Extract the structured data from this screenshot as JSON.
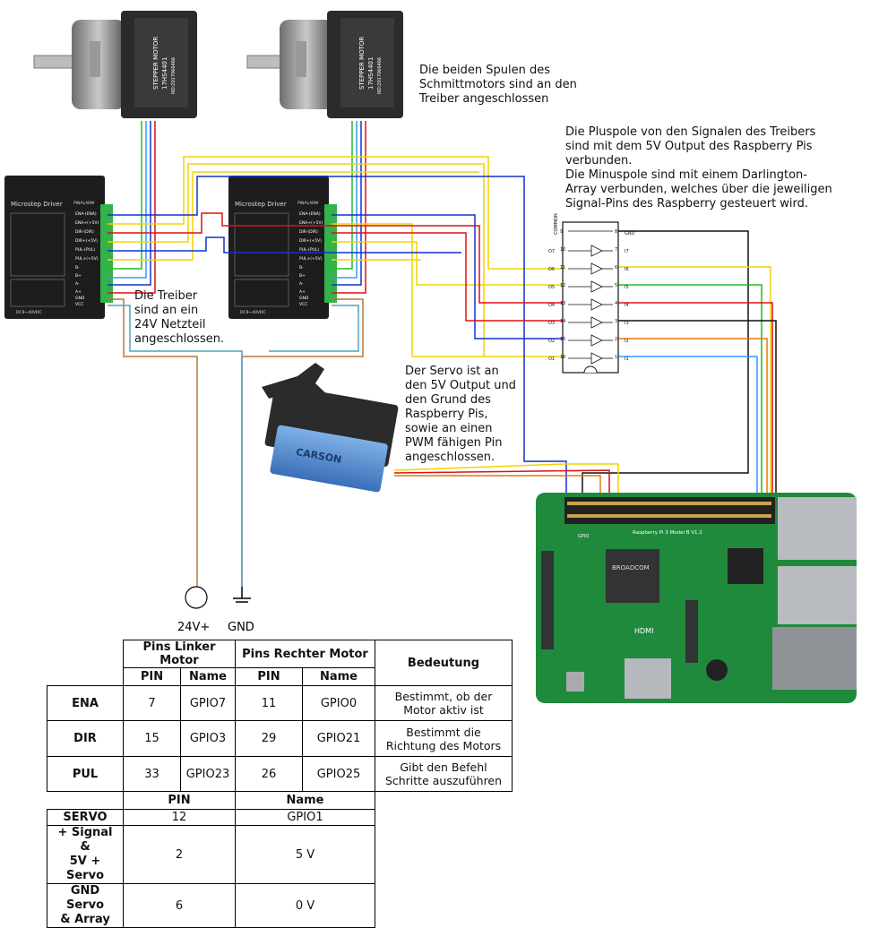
{
  "notes": {
    "coils": "Die beiden Spulen des\nSchmittmotors sind an den\nTreiber angeschlossen",
    "driver_signals": "Die Pluspole von den Signalen des Treibers\nsind mit dem 5V Output des Raspberry Pis\nverbunden.\nDie Minuspole sind mit einem Darlington-\nArray verbunden, welches über die jeweiligen\nSignal-Pins des Raspberry gesteuert wird.",
    "power": "Die Treiber\nsind an ein\n24V Netzteil\nangeschlossen.",
    "servo": "Der Servo ist an\nden 5V Output und\nden Grund des\nRaspberry Pis,\nsowie an einen\nPWM fähigen Pin\nangeschlossen."
  },
  "supply": {
    "plus_label": "24V+",
    "ground_label": "GND"
  },
  "motor": {
    "label_line1": "STEPPER MOTOR",
    "label_line2": "17HS4401",
    "label_line3": "NO:2017066466"
  },
  "driver": {
    "title": "Microstep Driver",
    "model": "DC9~40VDC",
    "pinalarm": "PINALARM",
    "terminals": [
      "ENA-(ENA)",
      "ENA+(+5V)",
      "DIR-(DIR)",
      "DIR+(+5V)",
      "PUL-(PUL)",
      "PUL+(+5V)",
      "B-",
      "B+",
      "A-",
      "A+",
      "GND",
      "VCC"
    ]
  },
  "darlington": {
    "common_label": "COMMON",
    "left_pins": [
      "9",
      "10",
      "11",
      "12",
      "13",
      "14",
      "15",
      "16"
    ],
    "right_pins": [
      "8",
      "7",
      "6",
      "5",
      "4",
      "3",
      "2",
      "1"
    ],
    "outputs": [
      "O7",
      "O6",
      "O5",
      "O4",
      "O3",
      "O2",
      "O1"
    ],
    "inputs": [
      "I7",
      "I6",
      "I5",
      "I4",
      "I3",
      "I2",
      "I1"
    ],
    "gnd_label": "GND"
  },
  "servo": {
    "brand": "CARSON"
  },
  "pi": {
    "model_text": "Raspberry Pi 3 Model B V1.2",
    "chip_text": "BROADCOM",
    "hdmi_text": "HDMI",
    "gpio_text": "GPIO"
  },
  "table": {
    "header_left": "Pins Linker Motor",
    "header_right": "Pins Rechter Motor",
    "header_meaning": "Bedeutung",
    "sub_pin": "PIN",
    "sub_name": "Name",
    "rows": [
      {
        "label": "ENA",
        "left_pin": "7",
        "left_name": "GPIO7",
        "right_pin": "11",
        "right_name": "GPIO0",
        "meaning": "Bestimmt, ob der\nMotor aktiv ist"
      },
      {
        "label": "DIR",
        "left_pin": "15",
        "left_name": "GPIO3",
        "right_pin": "29",
        "right_name": "GPIO21",
        "meaning": "Bestimmt die\nRichtung des Motors"
      },
      {
        "label": "PUL",
        "left_pin": "33",
        "left_name": "GPIO23",
        "right_pin": "26",
        "right_name": "GPIO25",
        "meaning": "Gibt den Befehl\nSchritte auszuführen"
      }
    ],
    "lower_header_pin": "PIN",
    "lower_header_name": "Name",
    "lower_rows": [
      {
        "label": "SERVO",
        "pin": "12",
        "name": "GPIO1"
      },
      {
        "label": "+ Signal &\n5V + Servo",
        "pin": "2",
        "name": "5 V"
      },
      {
        "label": "GND Servo\n& Array",
        "pin": "6",
        "name": "0 V"
      }
    ]
  },
  "colors": {
    "wire_yellow": "#f2d400",
    "wire_blue": "#1133cc",
    "wire_red": "#dd1111",
    "wire_green": "#22bb22",
    "wire_black": "#111111",
    "wire_orange": "#e07a10",
    "wire_lightblue": "#3399ff",
    "wire_brown": "#b5783a",
    "wire_teal": "#4aa3c8",
    "pcb_green": "#1f8a3c"
  }
}
